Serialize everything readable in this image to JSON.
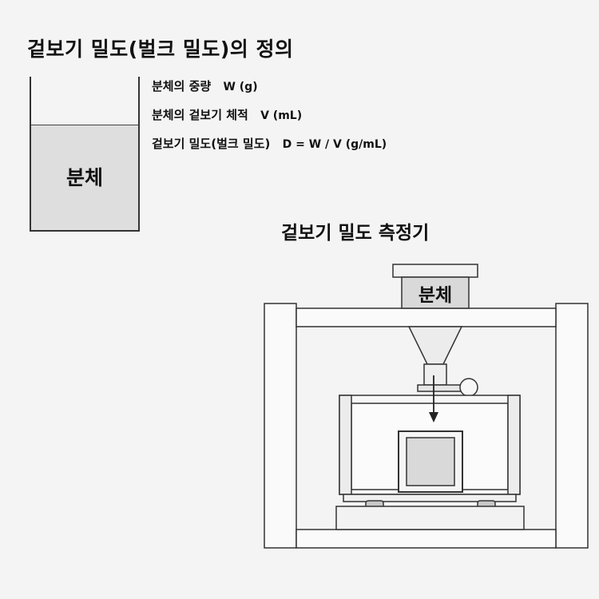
{
  "title": "겉보기 밀도(벌크 밀도)의 정의",
  "container": {
    "powder_label": "분체"
  },
  "definitions": [
    {
      "term": "분체의 중량",
      "symbol": "W (g)"
    },
    {
      "term": "분체의 겉보기 체적",
      "symbol": "V (mL)"
    },
    {
      "term": "겉보기 밀도(벌크 밀도)",
      "symbol": "D = W / V (g/mL)"
    }
  ],
  "device": {
    "title": "겉보기 밀도 측정기",
    "hopper_label": "분체"
  }
}
